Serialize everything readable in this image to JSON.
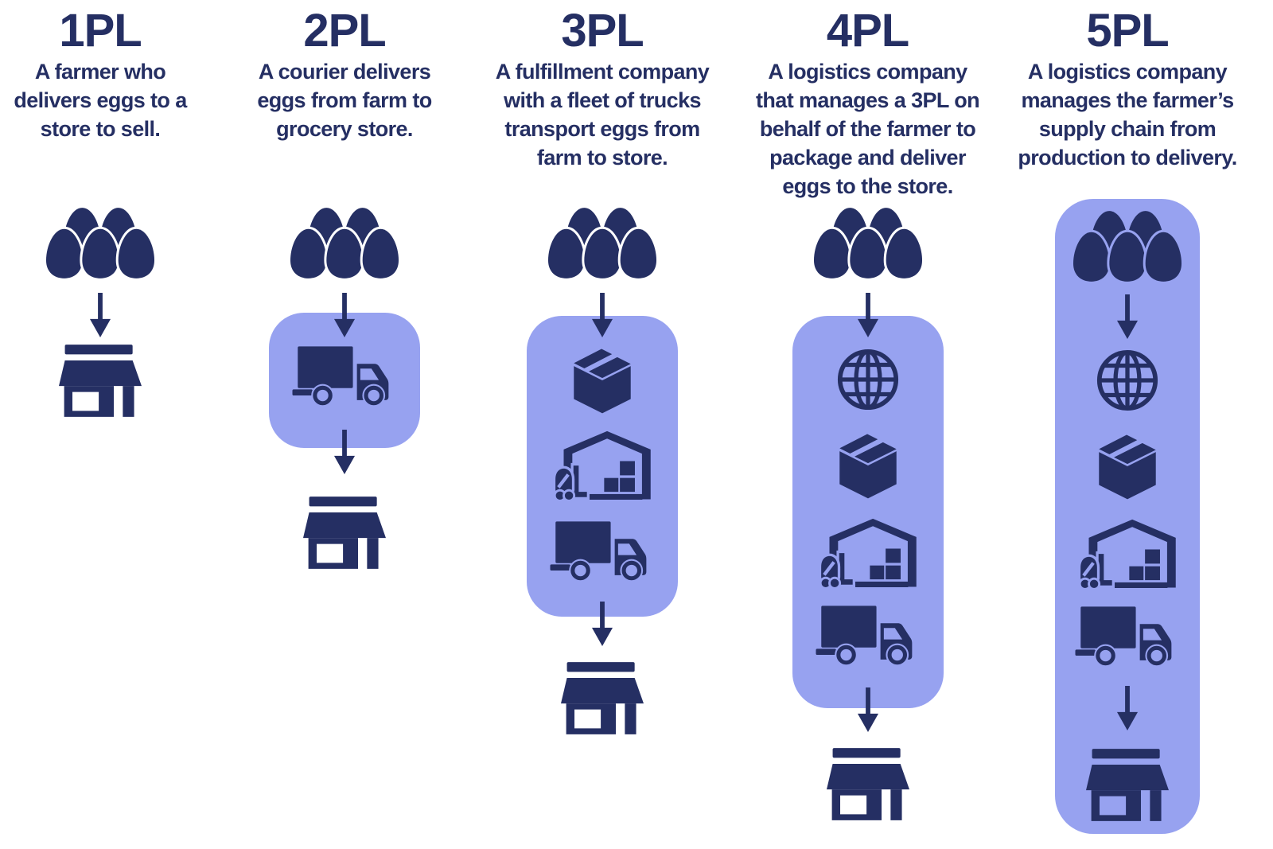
{
  "infographic": {
    "topic": "Logistics party levels 1PL-5PL explained with an egg supply chain",
    "colors": {
      "navy": "#252f63",
      "highlight": "#97a2f0",
      "background": "#ffffff"
    }
  },
  "columns": [
    {
      "id": "1PL",
      "title": "1PL",
      "description": "A farmer who\ndelivers eggs to a\nstore to sell.",
      "flow": [
        "eggs",
        "arrow-down",
        "storefront"
      ],
      "highlighted_steps": []
    },
    {
      "id": "2PL",
      "title": "2PL",
      "description": "A courier delivers\neggs from farm to\ngrocery store.",
      "flow": [
        "eggs",
        "arrow-down",
        "truck",
        "arrow-down",
        "storefront"
      ],
      "highlighted_steps": [
        "truck"
      ]
    },
    {
      "id": "3PL",
      "title": "3PL",
      "description": "A fulfillment company\nwith a fleet of trucks\ntransport eggs from\nfarm to store.",
      "flow": [
        "eggs",
        "arrow-down",
        "package",
        "warehouse",
        "truck",
        "arrow-down",
        "storefront"
      ],
      "highlighted_steps": [
        "package",
        "warehouse",
        "truck"
      ]
    },
    {
      "id": "4PL",
      "title": "4PL",
      "description": "A logistics company\nthat manages a 3PL on\nbehalf of the farmer to\npackage and deliver\neggs to the store.",
      "flow": [
        "eggs",
        "arrow-down",
        "globe",
        "package",
        "warehouse",
        "truck",
        "arrow-down",
        "storefront"
      ],
      "highlighted_steps": [
        "globe",
        "package",
        "warehouse",
        "truck"
      ]
    },
    {
      "id": "5PL",
      "title": "5PL",
      "description": "A logistics company\nmanages the farmer’s\nsupply chain from\nproduction to delivery.",
      "flow": [
        "eggs",
        "arrow-down",
        "globe",
        "package",
        "warehouse",
        "truck",
        "arrow-down",
        "storefront"
      ],
      "highlighted_steps": [
        "eggs",
        "arrow-down",
        "globe",
        "package",
        "warehouse",
        "truck",
        "arrow-down",
        "storefront"
      ]
    }
  ],
  "icons": {
    "eggs": "eggs-icon",
    "arrow": "arrow-down-icon",
    "truck": "delivery-truck-icon",
    "package": "package-box-icon",
    "warehouse": "warehouse-forklift-icon",
    "globe": "globe-icon",
    "storefront": "storefront-icon"
  }
}
